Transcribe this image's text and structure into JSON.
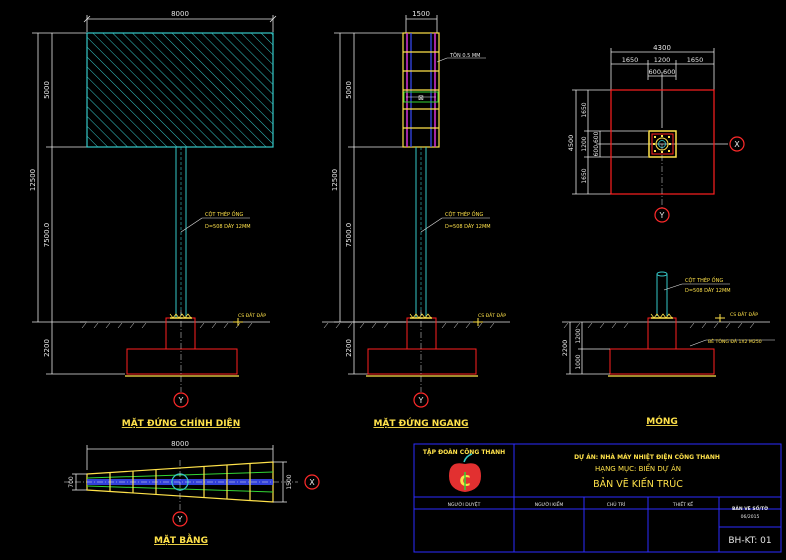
{
  "colors": {
    "background": "#000000",
    "dimension": "#e6e6e6",
    "hatch": "#35c8c8",
    "pole": "#35c8c8",
    "footing": "#ff2020",
    "grade": "#ffe24a",
    "label": "#ffe24a",
    "axis": "#ff2a2a",
    "title_text": "#ffe24a",
    "frame": "#2c2cff",
    "steel_blue": "#3a4cff",
    "steel_green": "#34d534",
    "magenta": "#d934d9"
  },
  "views": {
    "front": {
      "title": "MẶT ĐỨNG CHÍNH DIỆN",
      "dim_width": "8000",
      "dim_board": "5000",
      "dim_total": "12500",
      "dim_pole": "7500.0",
      "dim_foundation": "2200",
      "pole_note_1": "CỘT THÉP ỐNG",
      "pole_note_2": "D=508 DÀY 12MM",
      "level_note": "CS ĐẮT ĐẮP",
      "axis_label": "Y"
    },
    "side": {
      "title": "MẶT ĐỨNG NGANG",
      "dim_width": "1500",
      "dim_board": "5000",
      "dim_total": "12500",
      "dim_pole": "7500.0",
      "dim_foundation": "2200",
      "plate_note": "TÔN 0.5 MM",
      "pole_note_1": "CỘT THÉP ỐNG",
      "pole_note_2": "D=508 DÀY 12MM",
      "level_note": "CS ĐẮT ĐẮP",
      "axis_label": "Y"
    },
    "foundation": {
      "title": "MÓNG",
      "dim_total": "4300",
      "dim_segments": [
        "1650",
        "1200",
        "1650"
      ],
      "dim_inner": "600 600",
      "dim_vertical_total": "4500",
      "dim_vertical_segments": [
        "1650",
        "1200",
        "1650"
      ],
      "dim_vertical_inner": "600 600",
      "axis_x": "X",
      "axis_y": "Y",
      "pole_note_1": "CỘT THÉP ỐNG",
      "pole_note_2": "D=508 DÀY 12MM",
      "level_note": "CS ĐẮT ĐẮP",
      "concrete_note": "BÊ TÔNG ĐÁ 1X2 M250",
      "dim_left_total": "2200",
      "dim_left_a": "1200",
      "dim_left_b": "1000",
      "axis_label": "Y"
    },
    "plan": {
      "title": "MẶT BẰNG",
      "dim_width": "8000",
      "dim_left": "700",
      "dim_right": "1500",
      "axis_x": "X",
      "axis_y": "Y"
    }
  },
  "title_block": {
    "company": "TẬP ĐOÀN CÔNG THANH",
    "project": "DỰ ÁN: NHÀ MÁY NHIỆT ĐIỆN CÔNG THANH",
    "item": "HẠNG MỤC: BIỂN DỰ ÁN",
    "drawing_name": "BẢN VẼ KIẾN TRÚC",
    "roles": [
      "NGƯỜI DUYỆT",
      "NGƯỜI KIỂM",
      "CHỦ TRÌ",
      "THIẾT KẾ"
    ],
    "drawing_label": "BẢN VẼ SỐ/TỜ",
    "date": "06/2015",
    "sheet": "BH-KT: 01"
  }
}
